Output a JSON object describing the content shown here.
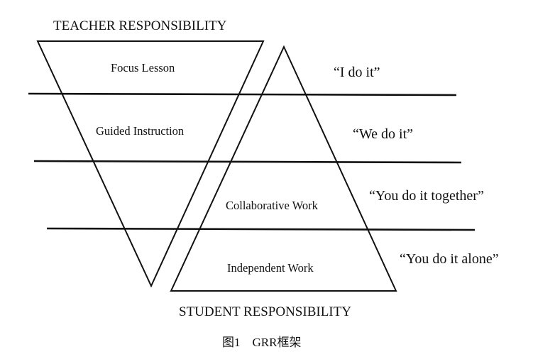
{
  "diagram": {
    "top_heading": "TEACHER RESPONSIBILITY",
    "bottom_heading": "STUDENT RESPONSIBILITY",
    "caption": "图1　GRR框架",
    "stages": [
      {
        "label": "Focus Lesson",
        "quote": "“I do it”"
      },
      {
        "label": "Guided Instruction",
        "quote": "“We do it”"
      },
      {
        "label": "Collaborative Work",
        "quote": "“You do it together”"
      },
      {
        "label": "Independent Work",
        "quote": "“You do it alone”"
      }
    ],
    "colors": {
      "line": "#111111",
      "background": "#ffffff"
    }
  }
}
